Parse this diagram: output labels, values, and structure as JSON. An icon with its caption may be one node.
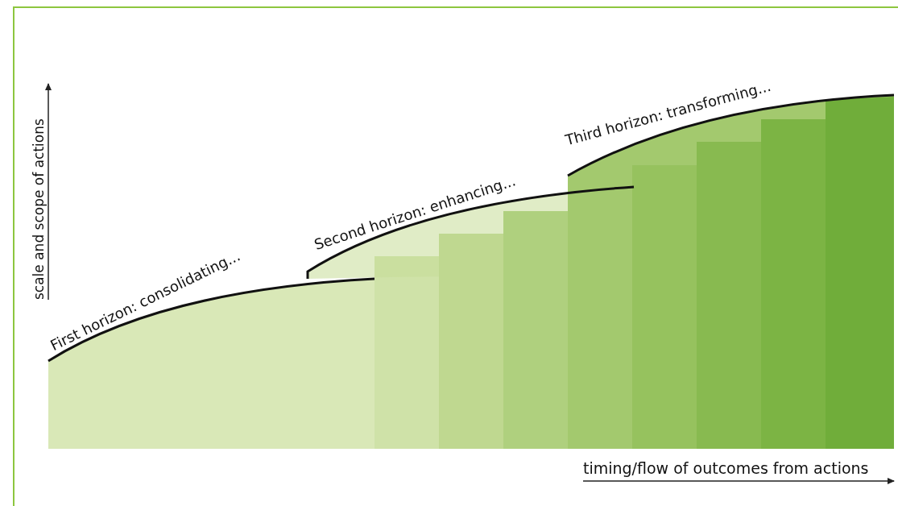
{
  "diagram": {
    "labels": [
      "scale and scope of actions",
      "First horizon: consolidating...",
      "Second horizon: enhancing...",
      "Third horizon: transforming...",
      "timing/flow of outcomes from actions"
    ]
  }
}
